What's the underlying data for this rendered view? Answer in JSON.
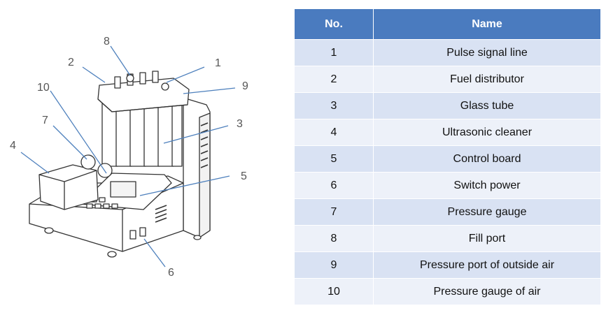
{
  "diagram": {
    "callouts": [
      "1",
      "2",
      "3",
      "4",
      "5",
      "6",
      "7",
      "8",
      "9",
      "10"
    ]
  },
  "table": {
    "headers": [
      "No.",
      "Name"
    ],
    "rows": [
      {
        "no": "1",
        "name": "Pulse signal line"
      },
      {
        "no": "2",
        "name": "Fuel distributor"
      },
      {
        "no": "3",
        "name": "Glass tube"
      },
      {
        "no": "4",
        "name": "Ultrasonic cleaner"
      },
      {
        "no": "5",
        "name": "Control board"
      },
      {
        "no": "6",
        "name": "Switch power"
      },
      {
        "no": "7",
        "name": "Pressure gauge"
      },
      {
        "no": "8",
        "name": "Fill port"
      },
      {
        "no": "9",
        "name": "Pressure port of outside air"
      },
      {
        "no": "10",
        "name": "Pressure gauge of air"
      }
    ]
  },
  "colors": {
    "header_bg": "#4a7bbf",
    "row_odd_bg": "#d9e2f3",
    "row_even_bg": "#edf1f9",
    "leader_line": "#4f81bd"
  }
}
